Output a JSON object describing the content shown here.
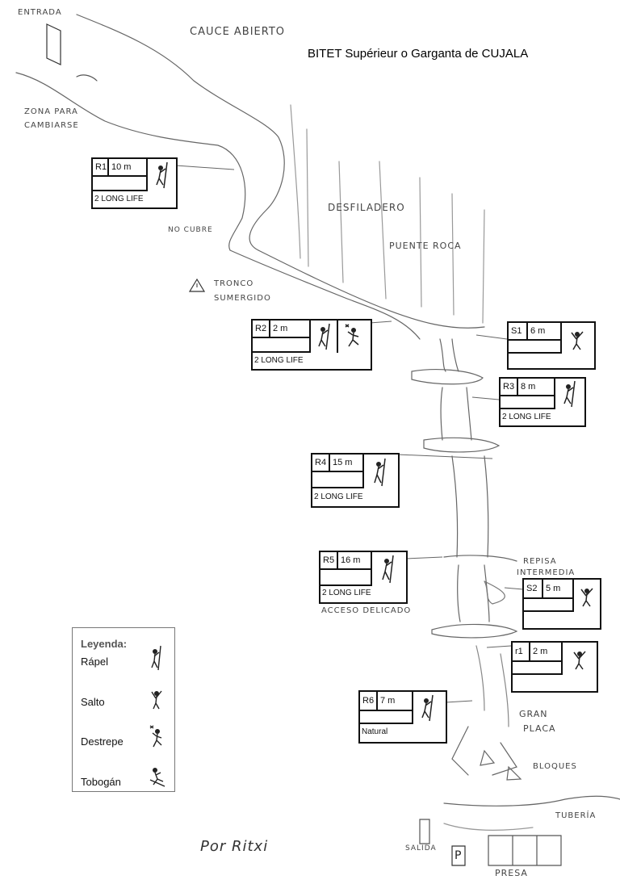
{
  "title": "BITET Supérieur o Garganta de CUJALA",
  "labels": {
    "entrada": "ENTRADA",
    "cauce": "CAUCE ABIERTO",
    "zona1": "ZONA PARA",
    "zona2": "CAMBIARSE",
    "desfiladero": "DESFILADERO",
    "puente": "PUENTE ROCA",
    "nocubre": "NO CUBRE",
    "tronco1": "TRONCO",
    "tronco2": "SUMERGIDO",
    "repisa1": "REPISA",
    "repisa2": "INTERMEDIA",
    "acceso": "ACCESO DELICADO",
    "gran1": "GRAN",
    "gran2": "PLACA",
    "bloques": "BLOQUES",
    "tuberia": "TUBERÍA",
    "salida": "SALIDA",
    "presa": "PRESA",
    "parking": "P",
    "author": "Por Ritxi"
  },
  "obstacles": [
    {
      "id": "R1",
      "dist": "10 m",
      "note": "2 LONG LIFE"
    },
    {
      "id": "R2",
      "dist": "2 m",
      "note": "2 LONG LIFE"
    },
    {
      "id": "S1",
      "dist": "6 m",
      "note": ""
    },
    {
      "id": "R3",
      "dist": "8 m",
      "note": "2 LONG LIFE"
    },
    {
      "id": "R4",
      "dist": "15 m",
      "note": "2 LONG LIFE"
    },
    {
      "id": "R5",
      "dist": "16 m",
      "note": "2 LONG LIFE"
    },
    {
      "id": "S2",
      "dist": "5 m",
      "note": ""
    },
    {
      "id": "r1",
      "dist": "2 m",
      "note": ""
    },
    {
      "id": "R6",
      "dist": "7 m",
      "note": "Natural"
    }
  ],
  "legend": {
    "heading": "Leyenda:",
    "items": [
      "Rápel",
      "Salto",
      "Destrepe",
      "Tobogán"
    ]
  },
  "colors": {
    "ink": "#111111",
    "pencil": "#555555"
  }
}
